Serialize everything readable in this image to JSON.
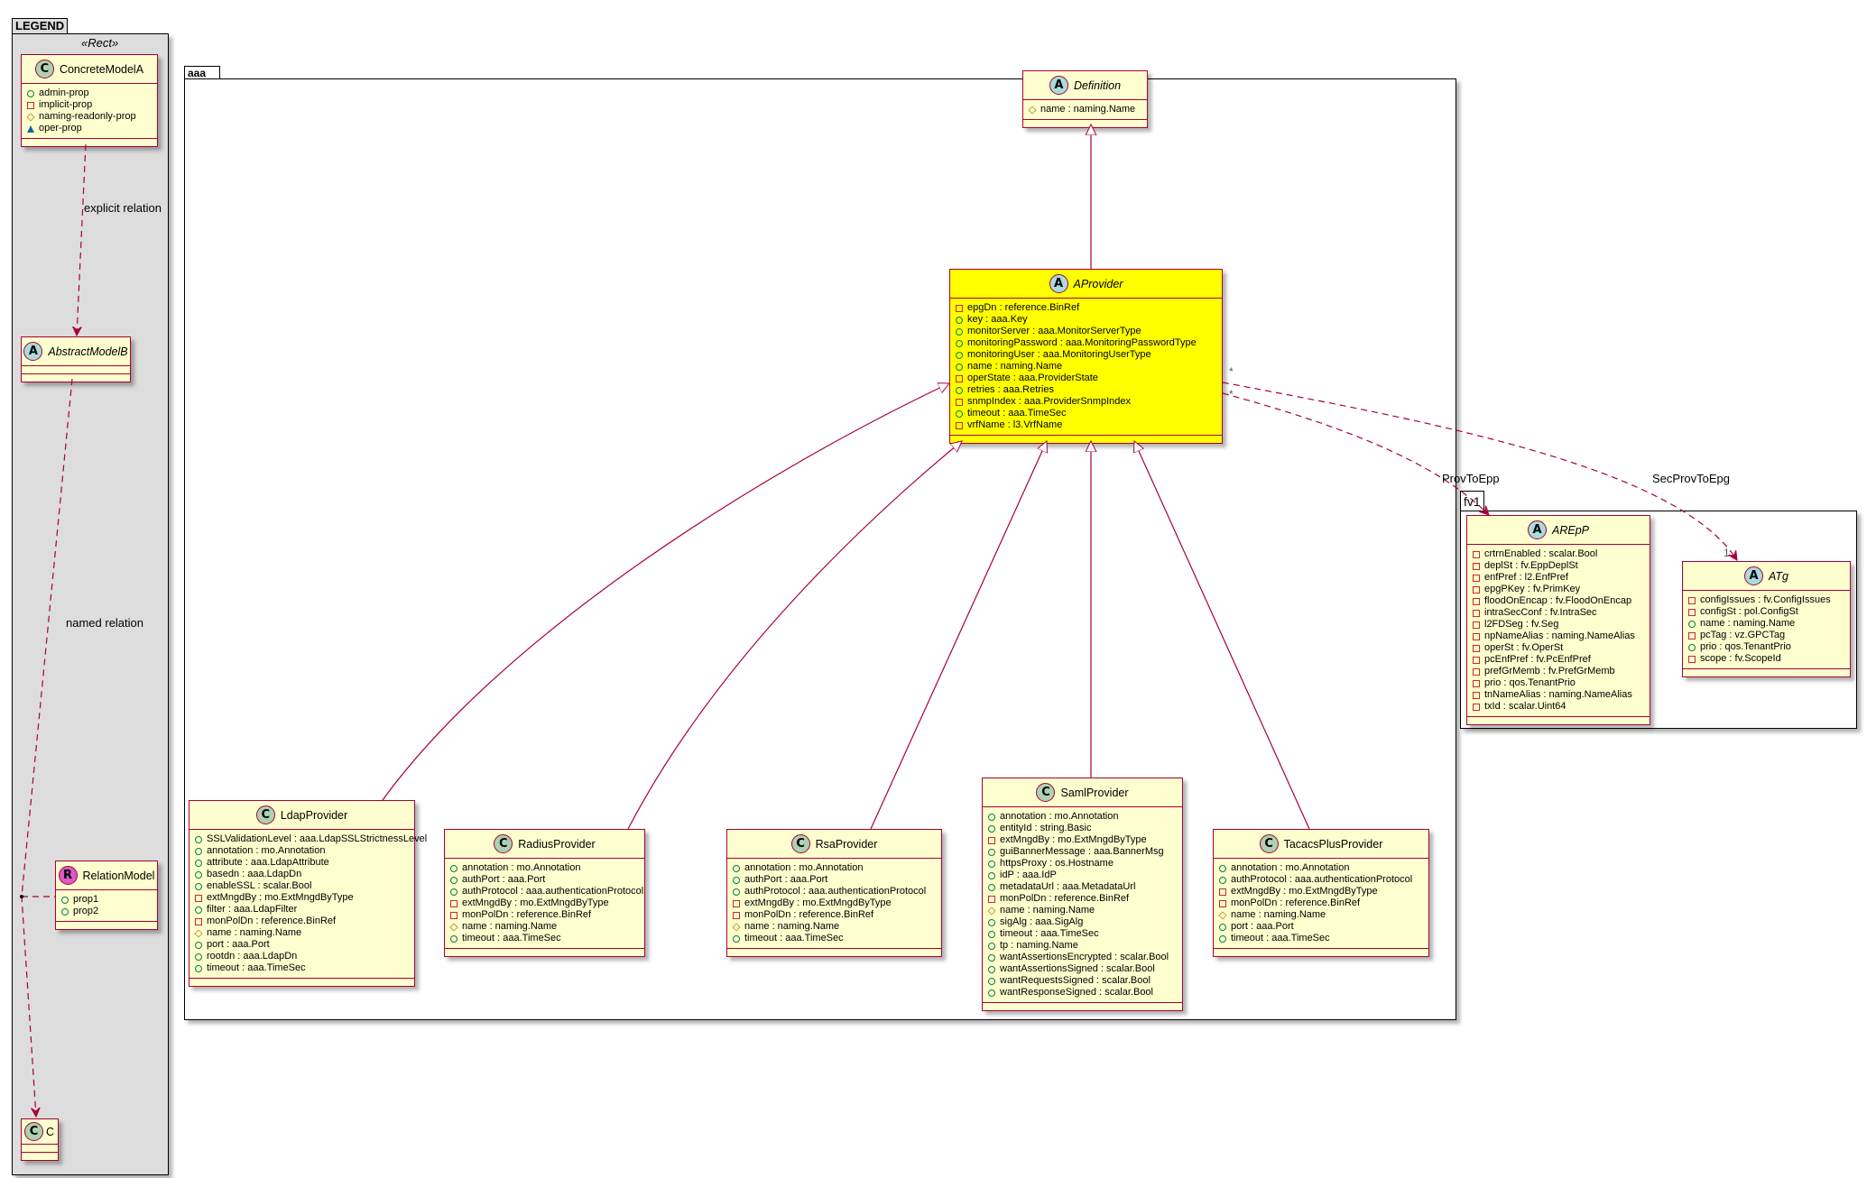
{
  "packages": {
    "legend": {
      "name": "LEGEND",
      "stereotype": "«Rect»"
    },
    "aaa": {
      "name": "aaa"
    },
    "fv1": {
      "name": "fv1"
    }
  },
  "colors": {
    "border": "#A80036",
    "class_fill": "#FEFECE",
    "highlight_fill": "#FFFF00",
    "spot_class": "#ADD1B2",
    "spot_abstract": "#A9DCDF",
    "spot_relation": "#DB5AC7",
    "legend_bg": "#DDDDDD"
  },
  "relations": {
    "explicit": "explicit relation",
    "named": "named relation",
    "prov_to_epp": "ProvToEpp",
    "sec_prov_to_epg": "SecProvToEpg",
    "mult_star_1": "*",
    "mult_star_2": "*",
    "mult_one": "1"
  },
  "classes": [
    {
      "id": "ConcreteModelA",
      "name": "ConcreteModelA",
      "kind": "C",
      "attrs": [
        {
          "vis": "+",
          "text": "admin-prop"
        },
        {
          "vis": "-",
          "text": "implicit-prop"
        },
        {
          "vis": "#",
          "text": "naming-readonly-prop"
        },
        {
          "vis": "~",
          "text": "oper-prop"
        }
      ]
    },
    {
      "id": "AbstractModelB",
      "name": "AbstractModelB",
      "kind": "A",
      "attrs": []
    },
    {
      "id": "RelationModel",
      "name": "RelationModel",
      "kind": "R",
      "attrs": [
        {
          "vis": "+",
          "text": "prop1"
        },
        {
          "vis": "+",
          "text": "prop2"
        }
      ]
    },
    {
      "id": "C",
      "name": "C",
      "kind": "C",
      "attrs": []
    },
    {
      "id": "Definition",
      "name": "Definition",
      "kind": "A",
      "attrs": [
        {
          "vis": "#",
          "text": "name : naming.Name"
        }
      ]
    },
    {
      "id": "AProvider",
      "name": "AProvider",
      "kind": "A",
      "highlight": true,
      "attrs": [
        {
          "vis": "-",
          "text": "epgDn : reference.BinRef"
        },
        {
          "vis": "+",
          "text": "key : aaa.Key"
        },
        {
          "vis": "+",
          "text": "monitorServer : aaa.MonitorServerType"
        },
        {
          "vis": "+",
          "text": "monitoringPassword : aaa.MonitoringPasswordType"
        },
        {
          "vis": "+",
          "text": "monitoringUser : aaa.MonitoringUserType"
        },
        {
          "vis": "+",
          "text": "name : naming.Name"
        },
        {
          "vis": "-",
          "text": "operState : aaa.ProviderState"
        },
        {
          "vis": "+",
          "text": "retries : aaa.Retries"
        },
        {
          "vis": "-",
          "text": "snmpIndex : aaa.ProviderSnmpIndex"
        },
        {
          "vis": "+",
          "text": "timeout : aaa.TimeSec"
        },
        {
          "vis": "-",
          "text": "vrfName : l3.VrfName"
        }
      ]
    },
    {
      "id": "LdapProvider",
      "name": "LdapProvider",
      "kind": "C",
      "attrs": [
        {
          "vis": "+",
          "text": "SSLValidationLevel : aaa.LdapSSLStrictnessLevel"
        },
        {
          "vis": "+",
          "text": "annotation : mo.Annotation"
        },
        {
          "vis": "+",
          "text": "attribute : aaa.LdapAttribute"
        },
        {
          "vis": "+",
          "text": "basedn : aaa.LdapDn"
        },
        {
          "vis": "+",
          "text": "enableSSL : scalar.Bool"
        },
        {
          "vis": "-",
          "text": "extMngdBy : mo.ExtMngdByType"
        },
        {
          "vis": "+",
          "text": "filter : aaa.LdapFilter"
        },
        {
          "vis": "-",
          "text": "monPolDn : reference.BinRef"
        },
        {
          "vis": "#",
          "text": "name : naming.Name"
        },
        {
          "vis": "+",
          "text": "port : aaa.Port"
        },
        {
          "vis": "+",
          "text": "rootdn : aaa.LdapDn"
        },
        {
          "vis": "+",
          "text": "timeout : aaa.TimeSec"
        }
      ]
    },
    {
      "id": "RadiusProvider",
      "name": "RadiusProvider",
      "kind": "C",
      "attrs": [
        {
          "vis": "+",
          "text": "annotation : mo.Annotation"
        },
        {
          "vis": "+",
          "text": "authPort : aaa.Port"
        },
        {
          "vis": "+",
          "text": "authProtocol : aaa.authenticationProtocol"
        },
        {
          "vis": "-",
          "text": "extMngdBy : mo.ExtMngdByType"
        },
        {
          "vis": "-",
          "text": "monPolDn : reference.BinRef"
        },
        {
          "vis": "#",
          "text": "name : naming.Name"
        },
        {
          "vis": "+",
          "text": "timeout : aaa.TimeSec"
        }
      ]
    },
    {
      "id": "RsaProvider",
      "name": "RsaProvider",
      "kind": "C",
      "attrs": [
        {
          "vis": "+",
          "text": "annotation : mo.Annotation"
        },
        {
          "vis": "+",
          "text": "authPort : aaa.Port"
        },
        {
          "vis": "+",
          "text": "authProtocol : aaa.authenticationProtocol"
        },
        {
          "vis": "-",
          "text": "extMngdBy : mo.ExtMngdByType"
        },
        {
          "vis": "-",
          "text": "monPolDn : reference.BinRef"
        },
        {
          "vis": "#",
          "text": "name : naming.Name"
        },
        {
          "vis": "+",
          "text": "timeout : aaa.TimeSec"
        }
      ]
    },
    {
      "id": "SamlProvider",
      "name": "SamlProvider",
      "kind": "C",
      "attrs": [
        {
          "vis": "+",
          "text": "annotation : mo.Annotation"
        },
        {
          "vis": "+",
          "text": "entityId : string.Basic"
        },
        {
          "vis": "-",
          "text": "extMngdBy : mo.ExtMngdByType"
        },
        {
          "vis": "+",
          "text": "guiBannerMessage : aaa.BannerMsg"
        },
        {
          "vis": "+",
          "text": "httpsProxy : os.Hostname"
        },
        {
          "vis": "+",
          "text": "idP : aaa.IdP"
        },
        {
          "vis": "+",
          "text": "metadataUrl : aaa.MetadataUrl"
        },
        {
          "vis": "-",
          "text": "monPolDn : reference.BinRef"
        },
        {
          "vis": "#",
          "text": "name : naming.Name"
        },
        {
          "vis": "+",
          "text": "sigAlg : aaa.SigAlg"
        },
        {
          "vis": "+",
          "text": "timeout : aaa.TimeSec"
        },
        {
          "vis": "+",
          "text": "tp : naming.Name"
        },
        {
          "vis": "+",
          "text": "wantAssertionsEncrypted : scalar.Bool"
        },
        {
          "vis": "+",
          "text": "wantAssertionsSigned : scalar.Bool"
        },
        {
          "vis": "+",
          "text": "wantRequestsSigned : scalar.Bool"
        },
        {
          "vis": "+",
          "text": "wantResponseSigned : scalar.Bool"
        }
      ]
    },
    {
      "id": "TacacsPlusProvider",
      "name": "TacacsPlusProvider",
      "kind": "C",
      "attrs": [
        {
          "vis": "+",
          "text": "annotation : mo.Annotation"
        },
        {
          "vis": "+",
          "text": "authProtocol : aaa.authenticationProtocol"
        },
        {
          "vis": "-",
          "text": "extMngdBy : mo.ExtMngdByType"
        },
        {
          "vis": "-",
          "text": "monPolDn : reference.BinRef"
        },
        {
          "vis": "#",
          "text": "name : naming.Name"
        },
        {
          "vis": "+",
          "text": "port : aaa.Port"
        },
        {
          "vis": "+",
          "text": "timeout : aaa.TimeSec"
        }
      ]
    },
    {
      "id": "AREpP",
      "name": "AREpP",
      "kind": "A",
      "attrs": [
        {
          "vis": "-",
          "text": "crtrnEnabled : scalar.Bool"
        },
        {
          "vis": "-",
          "text": "deplSt : fv.EppDeplSt"
        },
        {
          "vis": "-",
          "text": "enfPref : l2.EnfPref"
        },
        {
          "vis": "-",
          "text": "epgPKey : fv.PrimKey"
        },
        {
          "vis": "-",
          "text": "floodOnEncap : fv.FloodOnEncap"
        },
        {
          "vis": "-",
          "text": "intraSecConf : fv.IntraSec"
        },
        {
          "vis": "-",
          "text": "l2FDSeg : fv.Seg"
        },
        {
          "vis": "-",
          "text": "npNameAlias : naming.NameAlias"
        },
        {
          "vis": "-",
          "text": "operSt : fv.OperSt"
        },
        {
          "vis": "-",
          "text": "pcEnfPref : fv.PcEnfPref"
        },
        {
          "vis": "-",
          "text": "prefGrMemb : fv.PrefGrMemb"
        },
        {
          "vis": "-",
          "text": "prio : qos.TenantPrio"
        },
        {
          "vis": "-",
          "text": "tnNameAlias : naming.NameAlias"
        },
        {
          "vis": "-",
          "text": "txId : scalar.Uint64"
        }
      ]
    },
    {
      "id": "ATg",
      "name": "ATg",
      "kind": "A",
      "attrs": [
        {
          "vis": "-",
          "text": "configIssues : fv.ConfigIssues"
        },
        {
          "vis": "-",
          "text": "configSt : pol.ConfigSt"
        },
        {
          "vis": "+",
          "text": "name : naming.Name"
        },
        {
          "vis": "-",
          "text": "pcTag : vz.GPCTag"
        },
        {
          "vis": "+",
          "text": "prio : qos.TenantPrio"
        },
        {
          "vis": "-",
          "text": "scope : fv.ScopeId"
        }
      ]
    }
  ]
}
